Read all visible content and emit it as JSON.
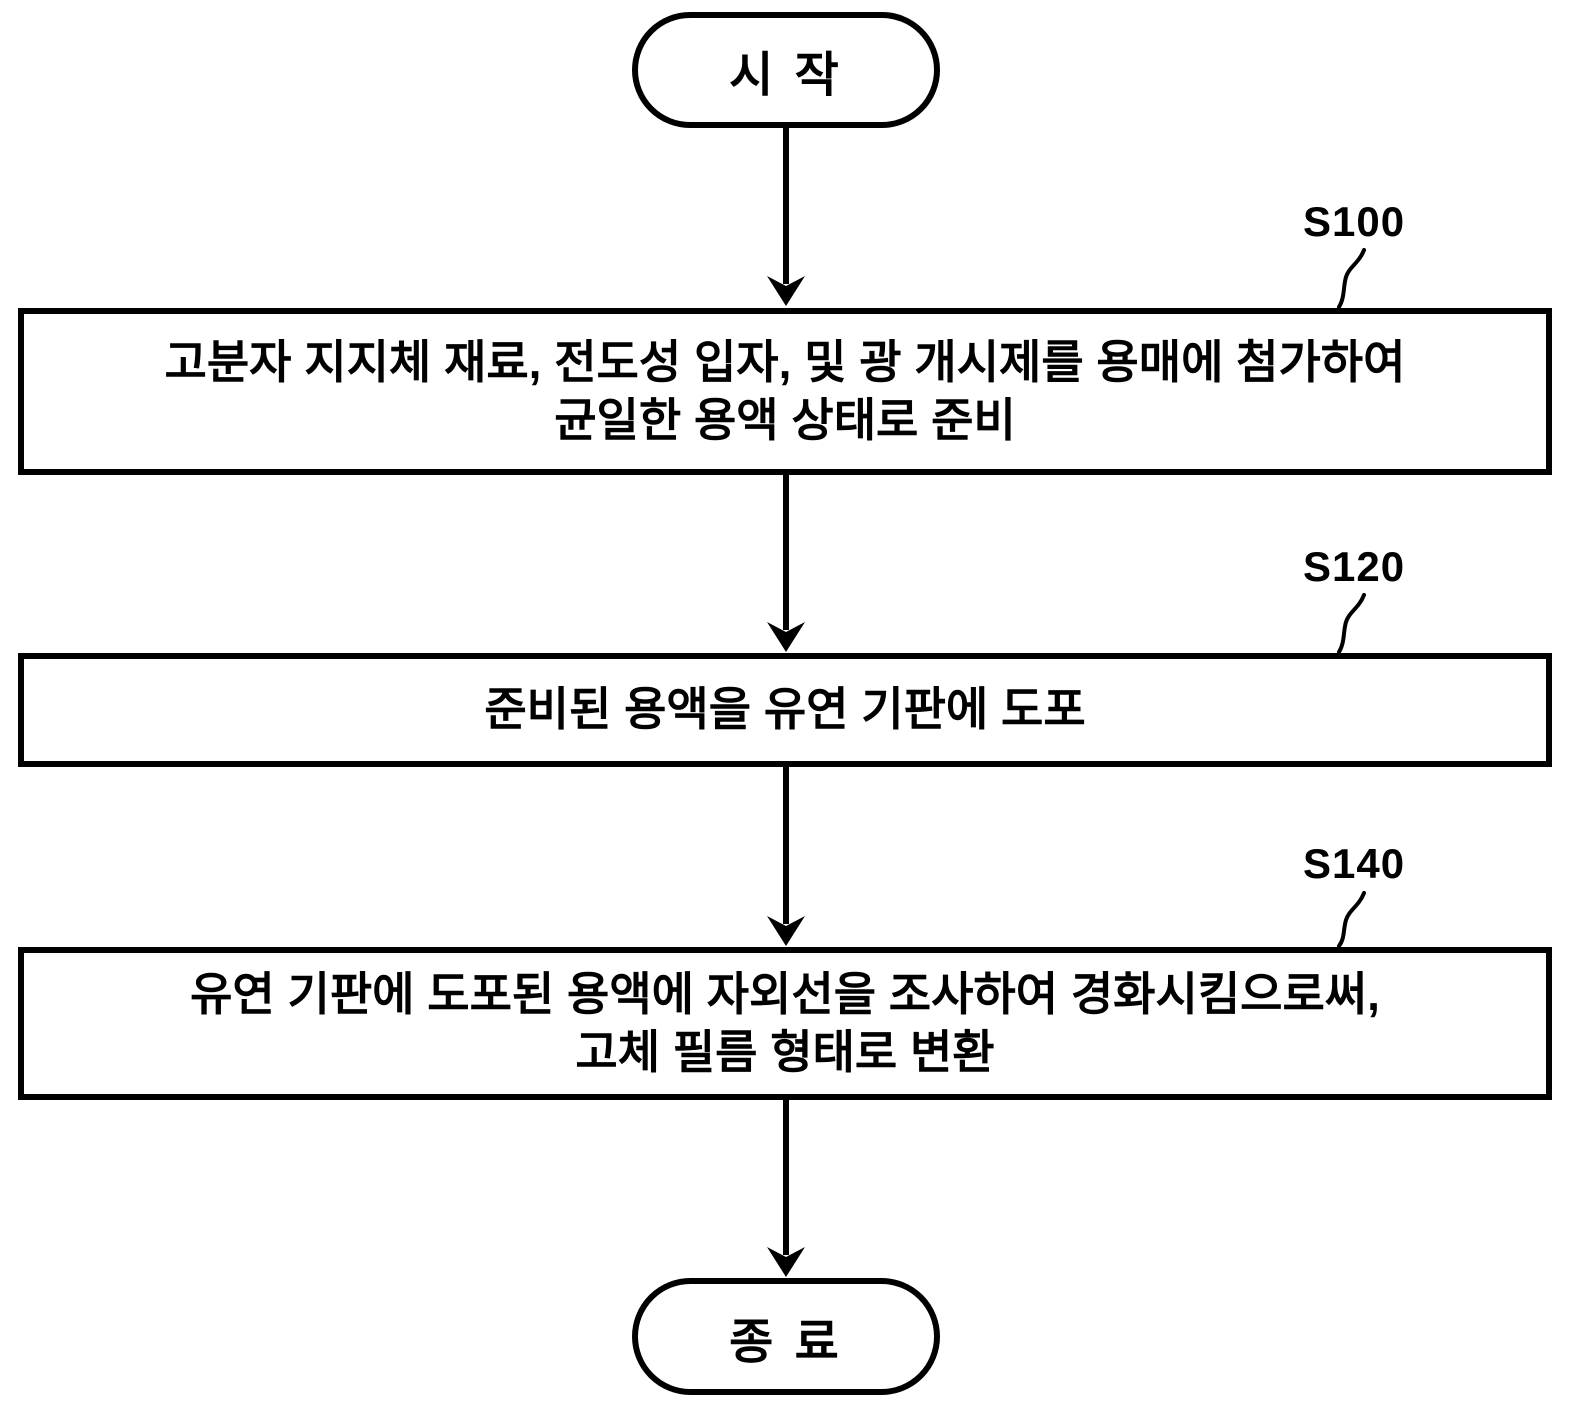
{
  "colors": {
    "stroke": "#000000",
    "background": "#ffffff"
  },
  "flowchart": {
    "start_label": "시 작",
    "end_label": "종 료",
    "steps": [
      {
        "id": "S100",
        "lines": [
          "고분자 지지체 재료, 전도성 입자, 및 광 개시제를 용매에 첨가하여",
          "균일한 용액 상태로 준비"
        ]
      },
      {
        "id": "S120",
        "lines": [
          "준비된 용액을 유연 기판에 도포"
        ]
      },
      {
        "id": "S140",
        "lines": [
          "유연 기판에 도포된 용액에 자외선을 조사하여 경화시킴으로써,",
          "고체 필름 형태로 변환"
        ]
      }
    ]
  }
}
